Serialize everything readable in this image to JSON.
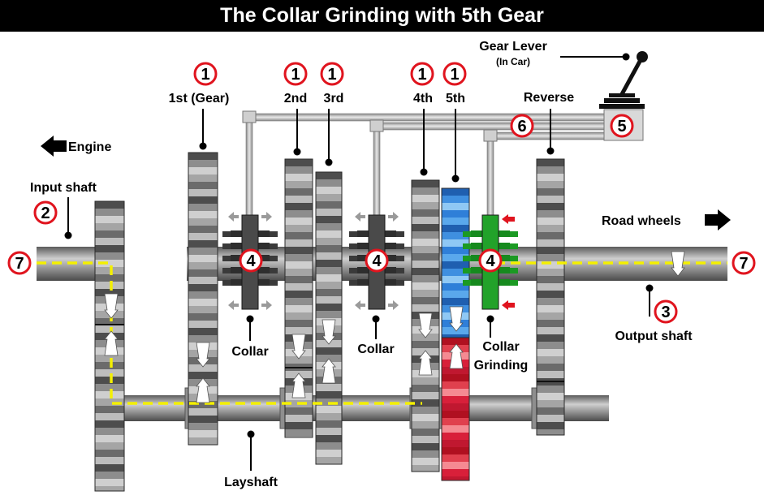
{
  "title": "The Collar Grinding with 5th Gear",
  "colors": {
    "gear_gray": "#7a7a7a",
    "gear_dark": "#3a3a3a",
    "gear_light": "#d6d6d6",
    "gear5_blue": "#2f7fd8",
    "gear5_red": "#d8203a",
    "collar_green": "#22a22a",
    "circle_red": "#e0141e",
    "power_path_yellow": "#f4f000"
  },
  "labels": {
    "engine": "Engine",
    "input_shaft": "Input shaft",
    "gear_1st": "1st (Gear)",
    "gear_2nd": "2nd",
    "gear_3rd": "3rd",
    "gear_4th": "4th",
    "gear_5th": "5th",
    "reverse": "Reverse",
    "gear_lever": "Gear Lever",
    "in_car": "(In Car)",
    "road_wheels": "Road wheels",
    "output_shaft": "Output shaft",
    "collar_left": "Collar",
    "collar_mid": "Collar",
    "collar_grinding_1": "Collar",
    "collar_grinding_2": "Grinding",
    "layshaft": "Layshaft"
  },
  "markers": {
    "n1_first": "1",
    "n1_second": "1",
    "n1_third": "1",
    "n1_fourth": "1",
    "n1_fifth": "1",
    "n2": "2",
    "n3": "3",
    "n4_a": "4",
    "n4_b": "4",
    "n4_c": "4",
    "n5": "5",
    "n6": "6",
    "n7_left": "7",
    "n7_right": "7"
  }
}
